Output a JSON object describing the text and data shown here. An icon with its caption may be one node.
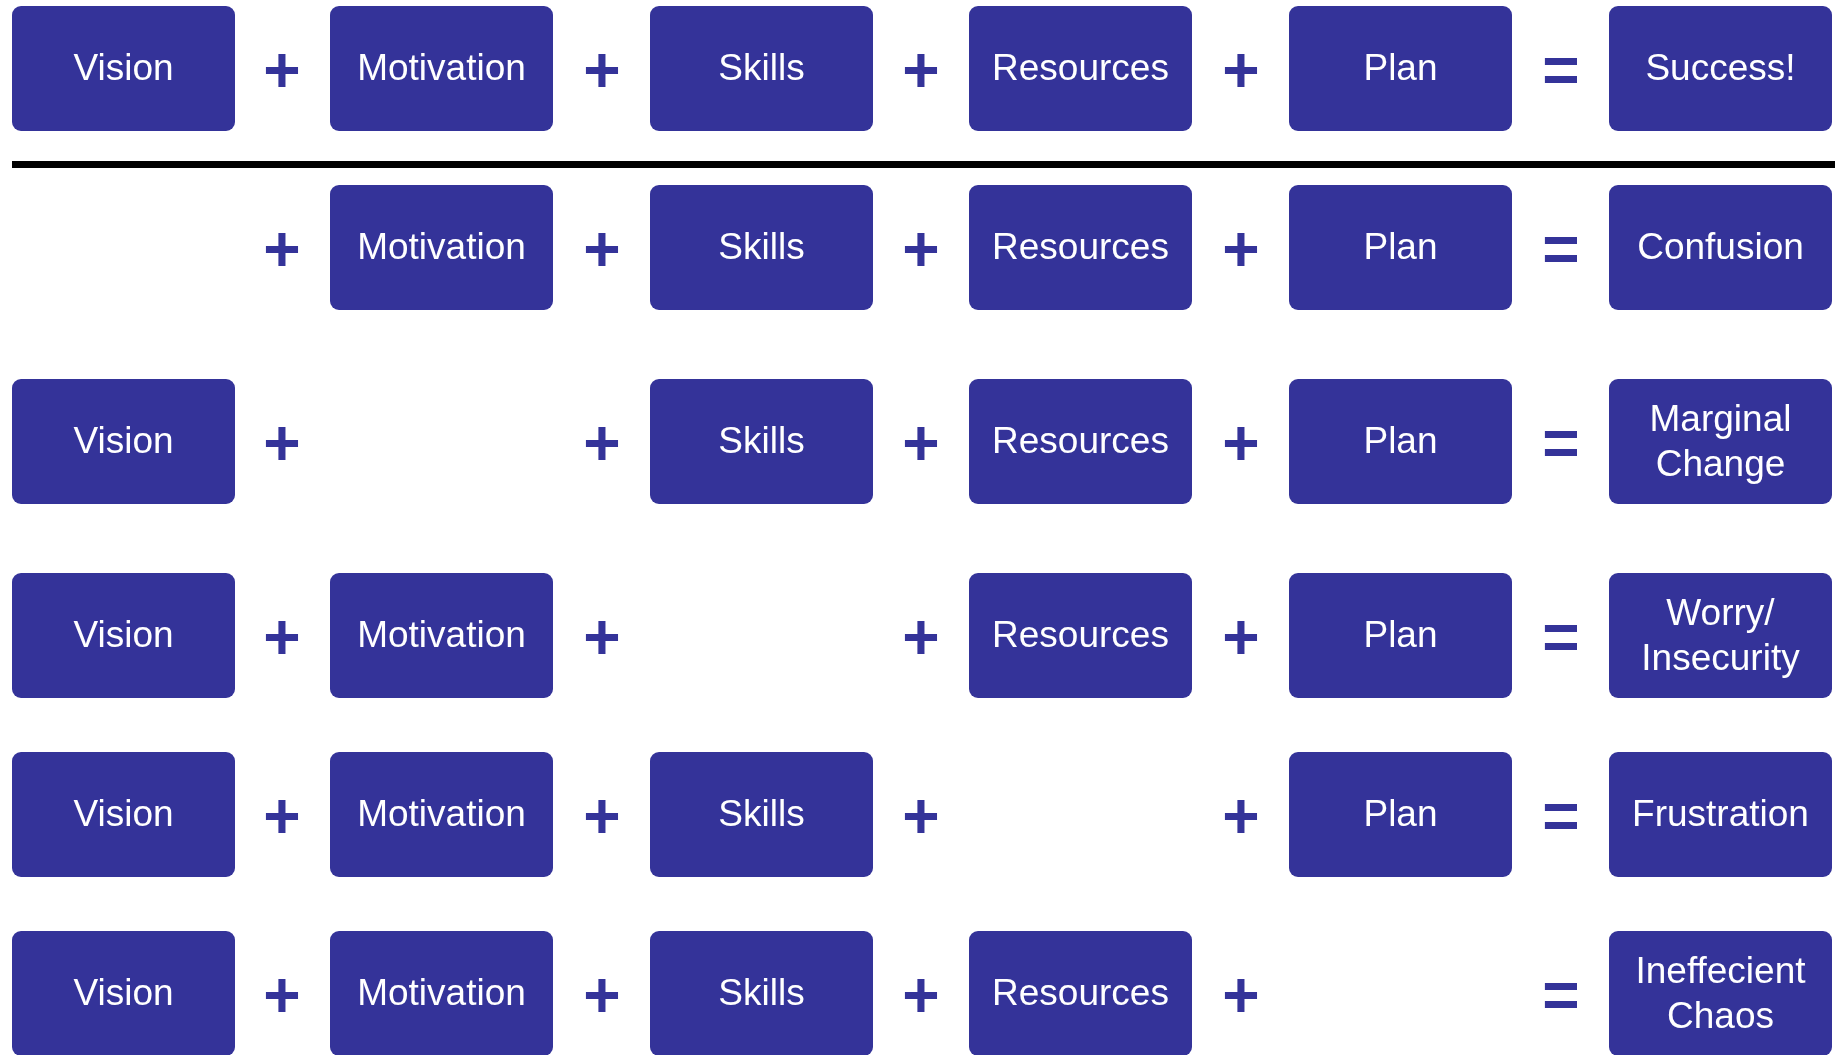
{
  "diagram": {
    "nodes": [
      {
        "text": [
          "Vision"
        ]
      },
      {
        "text": [
          "Motivation"
        ]
      },
      {
        "text": [
          "Skills"
        ]
      },
      {
        "text": [
          "Resources"
        ]
      },
      {
        "text": [
          "Plan"
        ]
      },
      {
        "text": [
          "Success!"
        ]
      },
      {
        "text": [
          "Motivation"
        ]
      },
      {
        "text": [
          "Skills"
        ]
      },
      {
        "text": [
          "Resources"
        ]
      },
      {
        "text": [
          "Plan"
        ]
      },
      {
        "text": [
          "Confusion"
        ]
      },
      {
        "text": [
          "Vision"
        ]
      },
      {
        "text": [
          "Skills"
        ]
      },
      {
        "text": [
          "Resources"
        ]
      },
      {
        "text": [
          "Plan"
        ]
      },
      {
        "text": [
          "Marginal Change"
        ]
      },
      {
        "text": [
          "Vision"
        ]
      },
      {
        "text": [
          "Motivation"
        ]
      },
      {
        "text": [
          "Resources"
        ]
      },
      {
        "text": [
          "Plan"
        ]
      },
      {
        "text": [
          "Worry/ Insecurity"
        ]
      },
      {
        "text": [
          "Vision"
        ]
      },
      {
        "text": [
          "Motivation"
        ]
      },
      {
        "text": [
          "Skills"
        ]
      },
      {
        "text": [
          "Plan"
        ]
      },
      {
        "text": [
          "Frustration"
        ]
      },
      {
        "text": [
          "Vision"
        ]
      },
      {
        "text": [
          "Motivation"
        ]
      },
      {
        "text": [
          "Skills"
        ]
      },
      {
        "text": [
          "Resources"
        ]
      },
      {
        "text": [
          "Ineffecient Chaos"
        ]
      }
    ],
    "labels": [
      "+",
      "+",
      "+",
      "+",
      "=",
      "+",
      "+",
      "+",
      "+",
      "=",
      "+",
      "+",
      "+",
      "+",
      "=",
      "+",
      "+",
      "+",
      "+",
      "=",
      "+",
      "+",
      "+",
      "+",
      "=",
      "+",
      "+",
      "+",
      "+",
      "="
    ]
  }
}
